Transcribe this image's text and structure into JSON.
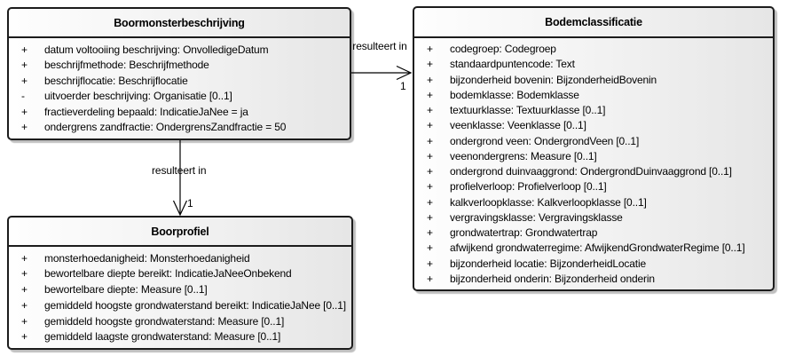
{
  "classes": [
    {
      "name": "Boormonsterbeschrijving",
      "attributes": [
        {
          "visibility": "+",
          "text": "datum voltooiing beschrijving: OnvolledigeDatum"
        },
        {
          "visibility": "+",
          "text": "beschrijfmethode: Beschrijfmethode"
        },
        {
          "visibility": "+",
          "text": "beschrijflocatie: Beschrijflocatie"
        },
        {
          "visibility": "-",
          "text": "uitvoerder beschrijving: Organisatie [0..1]"
        },
        {
          "visibility": "+",
          "text": "fractieverdeling bepaald: IndicatieJaNee = ja"
        },
        {
          "visibility": "+",
          "text": "ondergrens zandfractie: OndergrensZandfractie = 50"
        }
      ]
    },
    {
      "name": "Bodemclassificatie",
      "attributes": [
        {
          "visibility": "+",
          "text": "codegroep: Codegroep"
        },
        {
          "visibility": "+",
          "text": "standaardpuntencode: Text"
        },
        {
          "visibility": "+",
          "text": "bijzonderheid bovenin: BijzonderheidBovenin"
        },
        {
          "visibility": "+",
          "text": "bodemklasse: Bodemklasse"
        },
        {
          "visibility": "+",
          "text": "textuurklasse: Textuurklasse [0..1]"
        },
        {
          "visibility": "+",
          "text": "veenklasse: Veenklasse [0..1]"
        },
        {
          "visibility": "+",
          "text": "ondergrond veen: OndergrondVeen [0..1]"
        },
        {
          "visibility": "+",
          "text": "veenondergrens: Measure [0..1]"
        },
        {
          "visibility": "+",
          "text": "ondergrond duinvaaggrond: OndergrondDuinvaaggrond [0..1]"
        },
        {
          "visibility": "+",
          "text": "profielverloop: Profielverloop [0..1]"
        },
        {
          "visibility": "+",
          "text": "kalkverloopklasse: Kalkverloopklasse [0..1]"
        },
        {
          "visibility": "+",
          "text": "vergravingsklasse: Vergravingsklasse"
        },
        {
          "visibility": "+",
          "text": "grondwatertrap: Grondwatertrap"
        },
        {
          "visibility": "+",
          "text": "afwijkend grondwaterregime: AfwijkendGrondwaterRegime [0..1]"
        },
        {
          "visibility": "+",
          "text": "bijzonderheid locatie: BijzonderheidLocatie"
        },
        {
          "visibility": "+",
          "text": "bijzonderheid onderin: Bijzonderheid onderin"
        }
      ]
    },
    {
      "name": "Boorprofiel",
      "attributes": [
        {
          "visibility": "+",
          "text": "monsterhoedanigheid: Monsterhoedanigheid"
        },
        {
          "visibility": "+",
          "text": "bewortelbare diepte bereikt: IndicatieJaNeeOnbekend"
        },
        {
          "visibility": "+",
          "text": "bewortelbare diepte: Measure [0..1]"
        },
        {
          "visibility": "+",
          "text": "gemiddeld hoogste grondwaterstand bereikt: IndicatieJaNee [0..1]"
        },
        {
          "visibility": "+",
          "text": "gemiddeld hoogste grondwaterstand: Measure [0..1]"
        },
        {
          "visibility": "+",
          "text": "gemiddeld laagste grondwaterstand: Measure [0..1]"
        }
      ]
    }
  ],
  "connectors": [
    {
      "from": "Boormonsterbeschrijving",
      "to": "Bodemclassificatie",
      "label": "resulteert in",
      "multiplicity": "1"
    },
    {
      "from": "Boormonsterbeschrijving",
      "to": "Boorprofiel",
      "label": "resulteert in",
      "multiplicity": "1"
    }
  ],
  "colors": {
    "box_border": "#1c1c1c",
    "box_fill_start": "#fefefe",
    "box_fill_end": "#e6e6e6",
    "shadow": "#bfbfbf",
    "connector_line": "#000000",
    "text": "#000000",
    "background": "#ffffff"
  }
}
